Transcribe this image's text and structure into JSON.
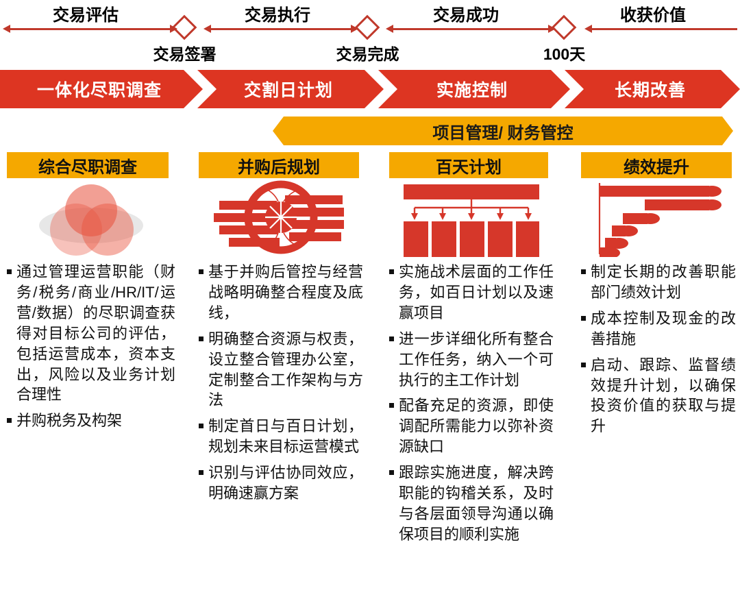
{
  "colors": {
    "red": "#DD3522",
    "arrow_red": "#C0392B",
    "orange": "#F5A800",
    "text": "#111111"
  },
  "timeline": {
    "phases": [
      {
        "label": "交易评估"
      },
      {
        "label": "交易执行"
      },
      {
        "label": "交易成功"
      },
      {
        "label": "收获价值"
      }
    ],
    "milestones": [
      {
        "label": "交易签署",
        "icon": "diamond-milestone-icon"
      },
      {
        "label": "交易完成",
        "icon": "diamond-milestone-icon"
      },
      {
        "label": "100天",
        "icon": "diamond-milestone-icon"
      }
    ]
  },
  "chevrons": [
    {
      "label": "一体化尽职调查"
    },
    {
      "label": "交割日计划"
    },
    {
      "label": "实施控制"
    },
    {
      "label": "长期改善"
    }
  ],
  "pm_band": {
    "label": "项目管理/ 财务管控"
  },
  "columns": [
    {
      "title": "综合尽职调查",
      "icon": "venn-diagram-icon",
      "bullets": [
        "通过管理运营职能（财务/税务/商业/HR/IT/运营/数据）的尽职调查获得对目标公司的评估，包括运营成本，资本支出，风险以及业务计划合理性",
        "并购税务及构架"
      ]
    },
    {
      "title": "并购后规划",
      "icon": "hub-and-spokes-icon",
      "bullets": [
        "基于并购后管控与经营战略明确整合程度及底线，",
        "明确整合资源与权责，设立整合管理办公室，定制整合工作架构与方法",
        "制定首日与百日计划，规划未来目标运营模式",
        "识别与评估协同效应，明确速赢方案"
      ]
    },
    {
      "title": "百天计划",
      "icon": "org-breakdown-icon",
      "bullets": [
        "实施战术层面的工作任务，如百日计划以及速赢项目",
        "进一步详细化所有整合工作任务，纳入一个可执行的主工作计划",
        "配备充足的资源，即使调配所需能力以弥补资源缺口",
        "跟踪实施进度，解决跨职能的钩稽关系，及时与各层面领导沟通以确保项目的顺利实施"
      ]
    },
    {
      "title": "绩效提升",
      "icon": "waterfall-staircase-icon",
      "bullets": [
        "制定长期的改善职能部门绩效计划",
        "成本控制及现金的改善措施",
        "启动、跟踪、监督绩效提升计划，以确保投资价值的获取与提升"
      ]
    }
  ]
}
